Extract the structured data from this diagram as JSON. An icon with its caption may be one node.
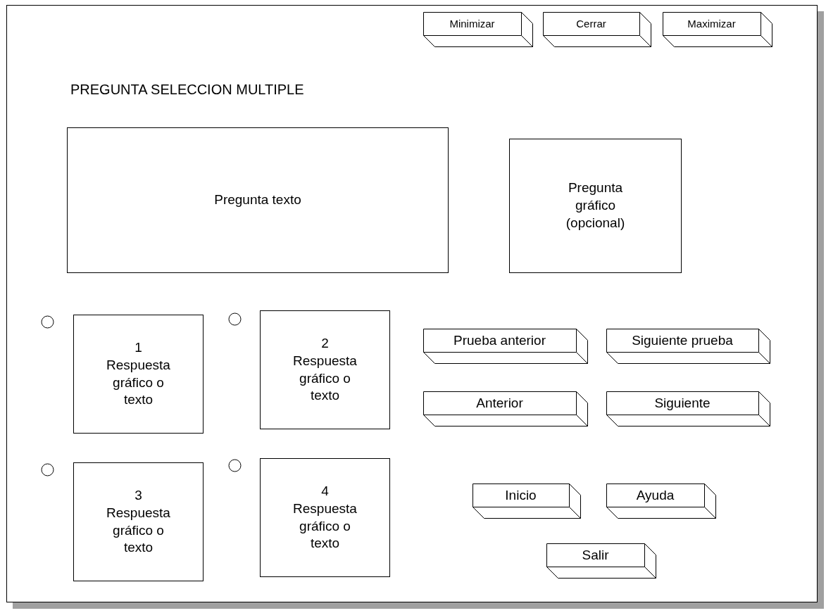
{
  "diagram": {
    "title": "PREGUNTA SELECCION MULTIPLE",
    "nodes": [
      {
        "text": [
          "Minimizar"
        ]
      },
      {
        "text": [
          "Cerrar"
        ]
      },
      {
        "text": [
          "Maximizar"
        ]
      },
      {
        "text": [
          "Pregunta texto"
        ]
      },
      {
        "text": [
          "Pregunta gráfico (opcional)"
        ]
      },
      {
        "text": [],
        "shape": "circle"
      },
      {
        "text": [
          "1 Respuesta gráfico o texto"
        ]
      },
      {
        "text": [],
        "shape": "circle"
      },
      {
        "text": [
          "2 Respuesta gráfico o texto"
        ]
      },
      {
        "text": [
          "Prueba anterior"
        ]
      },
      {
        "text": [
          "Siguiente prueba"
        ]
      },
      {
        "text": [
          "Anterior"
        ]
      },
      {
        "text": [
          "Siguiente"
        ]
      },
      {
        "text": [],
        "shape": "circle"
      },
      {
        "text": [
          "3 Respuesta gráfico o texto"
        ]
      },
      {
        "text": [],
        "shape": "circle"
      },
      {
        "text": [
          "4 Respuesta gráfico o texto"
        ]
      },
      {
        "text": [
          "Inicio"
        ]
      },
      {
        "text": [
          "Ayuda"
        ]
      },
      {
        "text": [
          "Salir"
        ]
      }
    ]
  }
}
